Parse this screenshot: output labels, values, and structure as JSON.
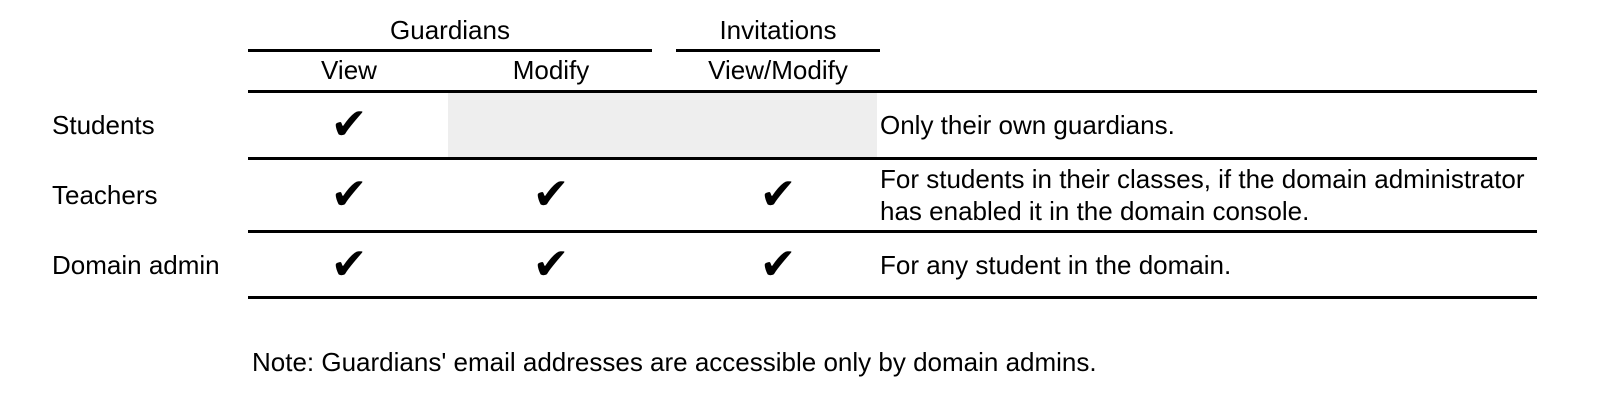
{
  "table": {
    "group_guardians": "Guardians",
    "group_invitations": "Invitations",
    "col_view": "View",
    "col_modify": "Modify",
    "col_view_modify": "View/Modify",
    "check_glyph": "✔",
    "rows": [
      {
        "label": "Students",
        "guardians_view": true,
        "guardians_modify": false,
        "invitations_view_modify": false,
        "modify_cells_shaded": true,
        "note": "Only their own guardians."
      },
      {
        "label": "Teachers",
        "guardians_view": true,
        "guardians_modify": true,
        "invitations_view_modify": true,
        "modify_cells_shaded": false,
        "note": "For students in their classes, if the domain administrator has enabled it in the domain console."
      },
      {
        "label": "Domain admin",
        "guardians_view": true,
        "guardians_modify": true,
        "invitations_view_modify": true,
        "modify_cells_shaded": false,
        "note": "For any student in the domain."
      }
    ]
  },
  "footnote": "Note: Guardians' email addresses are accessible only by domain admins.",
  "colors": {
    "shaded_cell": "#eeeeee",
    "rule": "#000000",
    "text": "#000000"
  }
}
